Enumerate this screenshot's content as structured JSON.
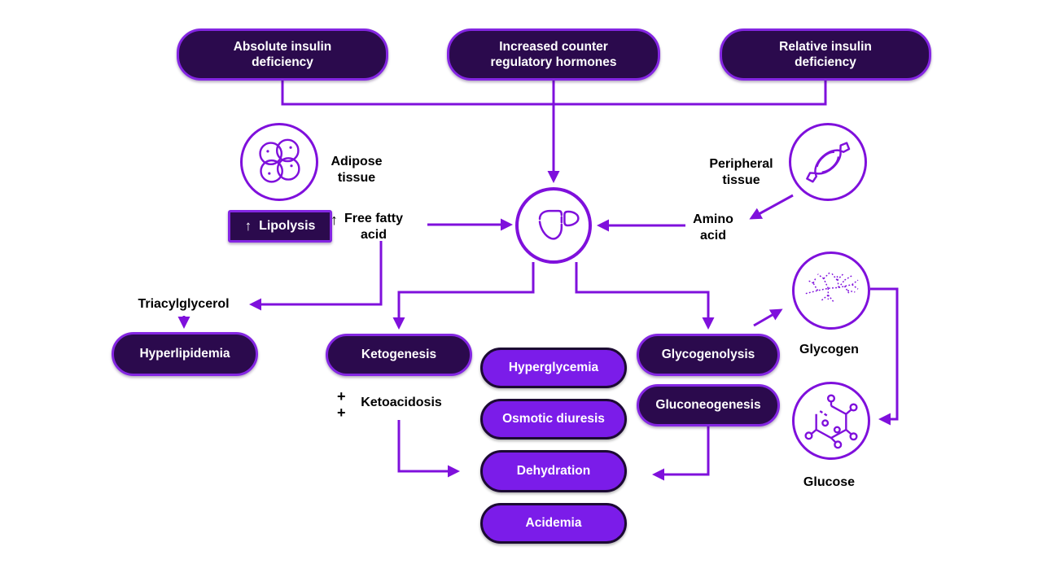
{
  "colors": {
    "background": "#FFFFFF",
    "dark_box_fill": "#2B0A4D",
    "dark_box_border": "#8426E2",
    "bright_box_fill": "#7B1CE9",
    "bright_box_border": "#1C0A33",
    "connector": "#7F10DC",
    "icon_stroke": "#7F10DC",
    "label_text": "#000000",
    "box_text": "#FFFFFF"
  },
  "nodes": {
    "absolute_insulin": "Absolute insulin\ndeficiency",
    "counter_hormones": "Increased counter\nregulatory hormones",
    "relative_insulin": "Relative insulin\ndeficiency",
    "adipose_tissue": "Adipose\ntissue",
    "peripheral_tissue": "Peripheral\ntissue",
    "lipolysis_arrow": "↑",
    "lipolysis": "Lipolysis",
    "ffa_arrow": "↑",
    "free_fatty_acid": "Free fatty\nacid",
    "amino_acid": "Amino\nacid",
    "triacylglycerol": "Triacylglycerol",
    "hyperlipidemia": "Hyperlipidemia",
    "ketogenesis": "Ketogenesis",
    "plus_top": "+",
    "plus_bottom": "+",
    "ketoacidosis": "Ketoacidosis",
    "hyperglycemia": "Hyperglycemia",
    "osmotic_diuresis": "Osmotic diuresis",
    "dehydration": "Dehydration",
    "acidemia": "Acidemia",
    "glycogenolysis": "Glycogenolysis",
    "gluconeogenesis": "Gluconeogenesis",
    "glycogen": "Glycogen",
    "glucose": "Glucose"
  },
  "icons": {
    "adipose": "adipose-cells-icon",
    "peripheral": "muscle-icon",
    "hub": "liver-icon",
    "glycogen": "glycogen-branch-icon",
    "glucose": "glucose-molecule-icon"
  }
}
